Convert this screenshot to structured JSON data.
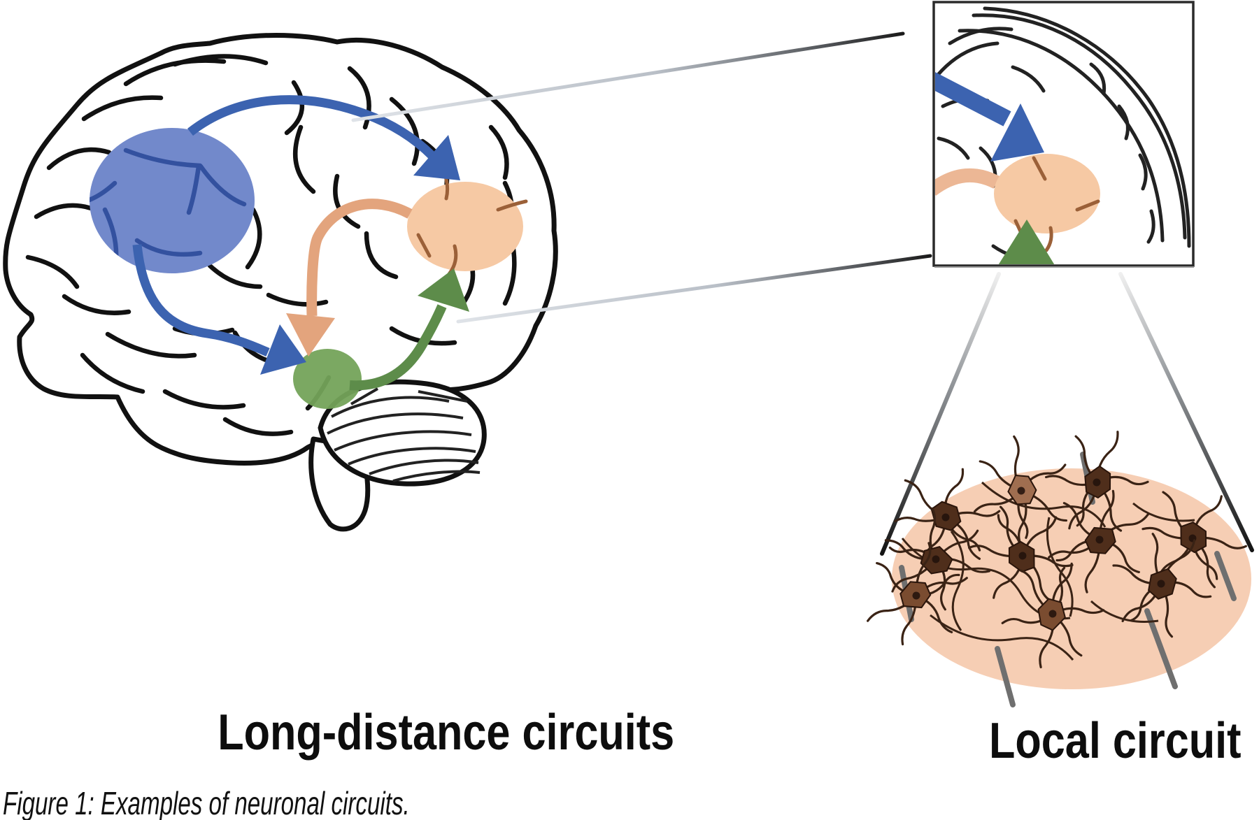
{
  "figure": {
    "caption": "Figure 1: Examples of neuronal circuits.",
    "panels": {
      "long_distance": {
        "label": "Long-distance circuits"
      },
      "local": {
        "label": "Local circuit"
      }
    },
    "elements": {
      "brain_drawing": "lateral brain line drawing with gyri, cerebellum and brainstem",
      "inset_box": "zoomed view of posterior cortical region",
      "neuron_field": "oval field of interconnected neurons",
      "zoom_lines": "fan-out connector lines linking brain to inset and inset to neuron field"
    },
    "colors": {
      "blue_region": "#7289cb",
      "blue_arrow": "#3c63b0",
      "blue_sulci": "#33519f",
      "orange_region": "#f6c9a4",
      "orange_arrow": "#e3a47d",
      "green_region": "#74a35a",
      "green_arrow": "#5d8c4a",
      "neuron_field_bg": "#f6ceb4",
      "neuron_body_dark": "#4f2e1b",
      "neuron_body_light": "#a06e50",
      "dendrite": "#3a2315",
      "outline": "#111111"
    }
  }
}
